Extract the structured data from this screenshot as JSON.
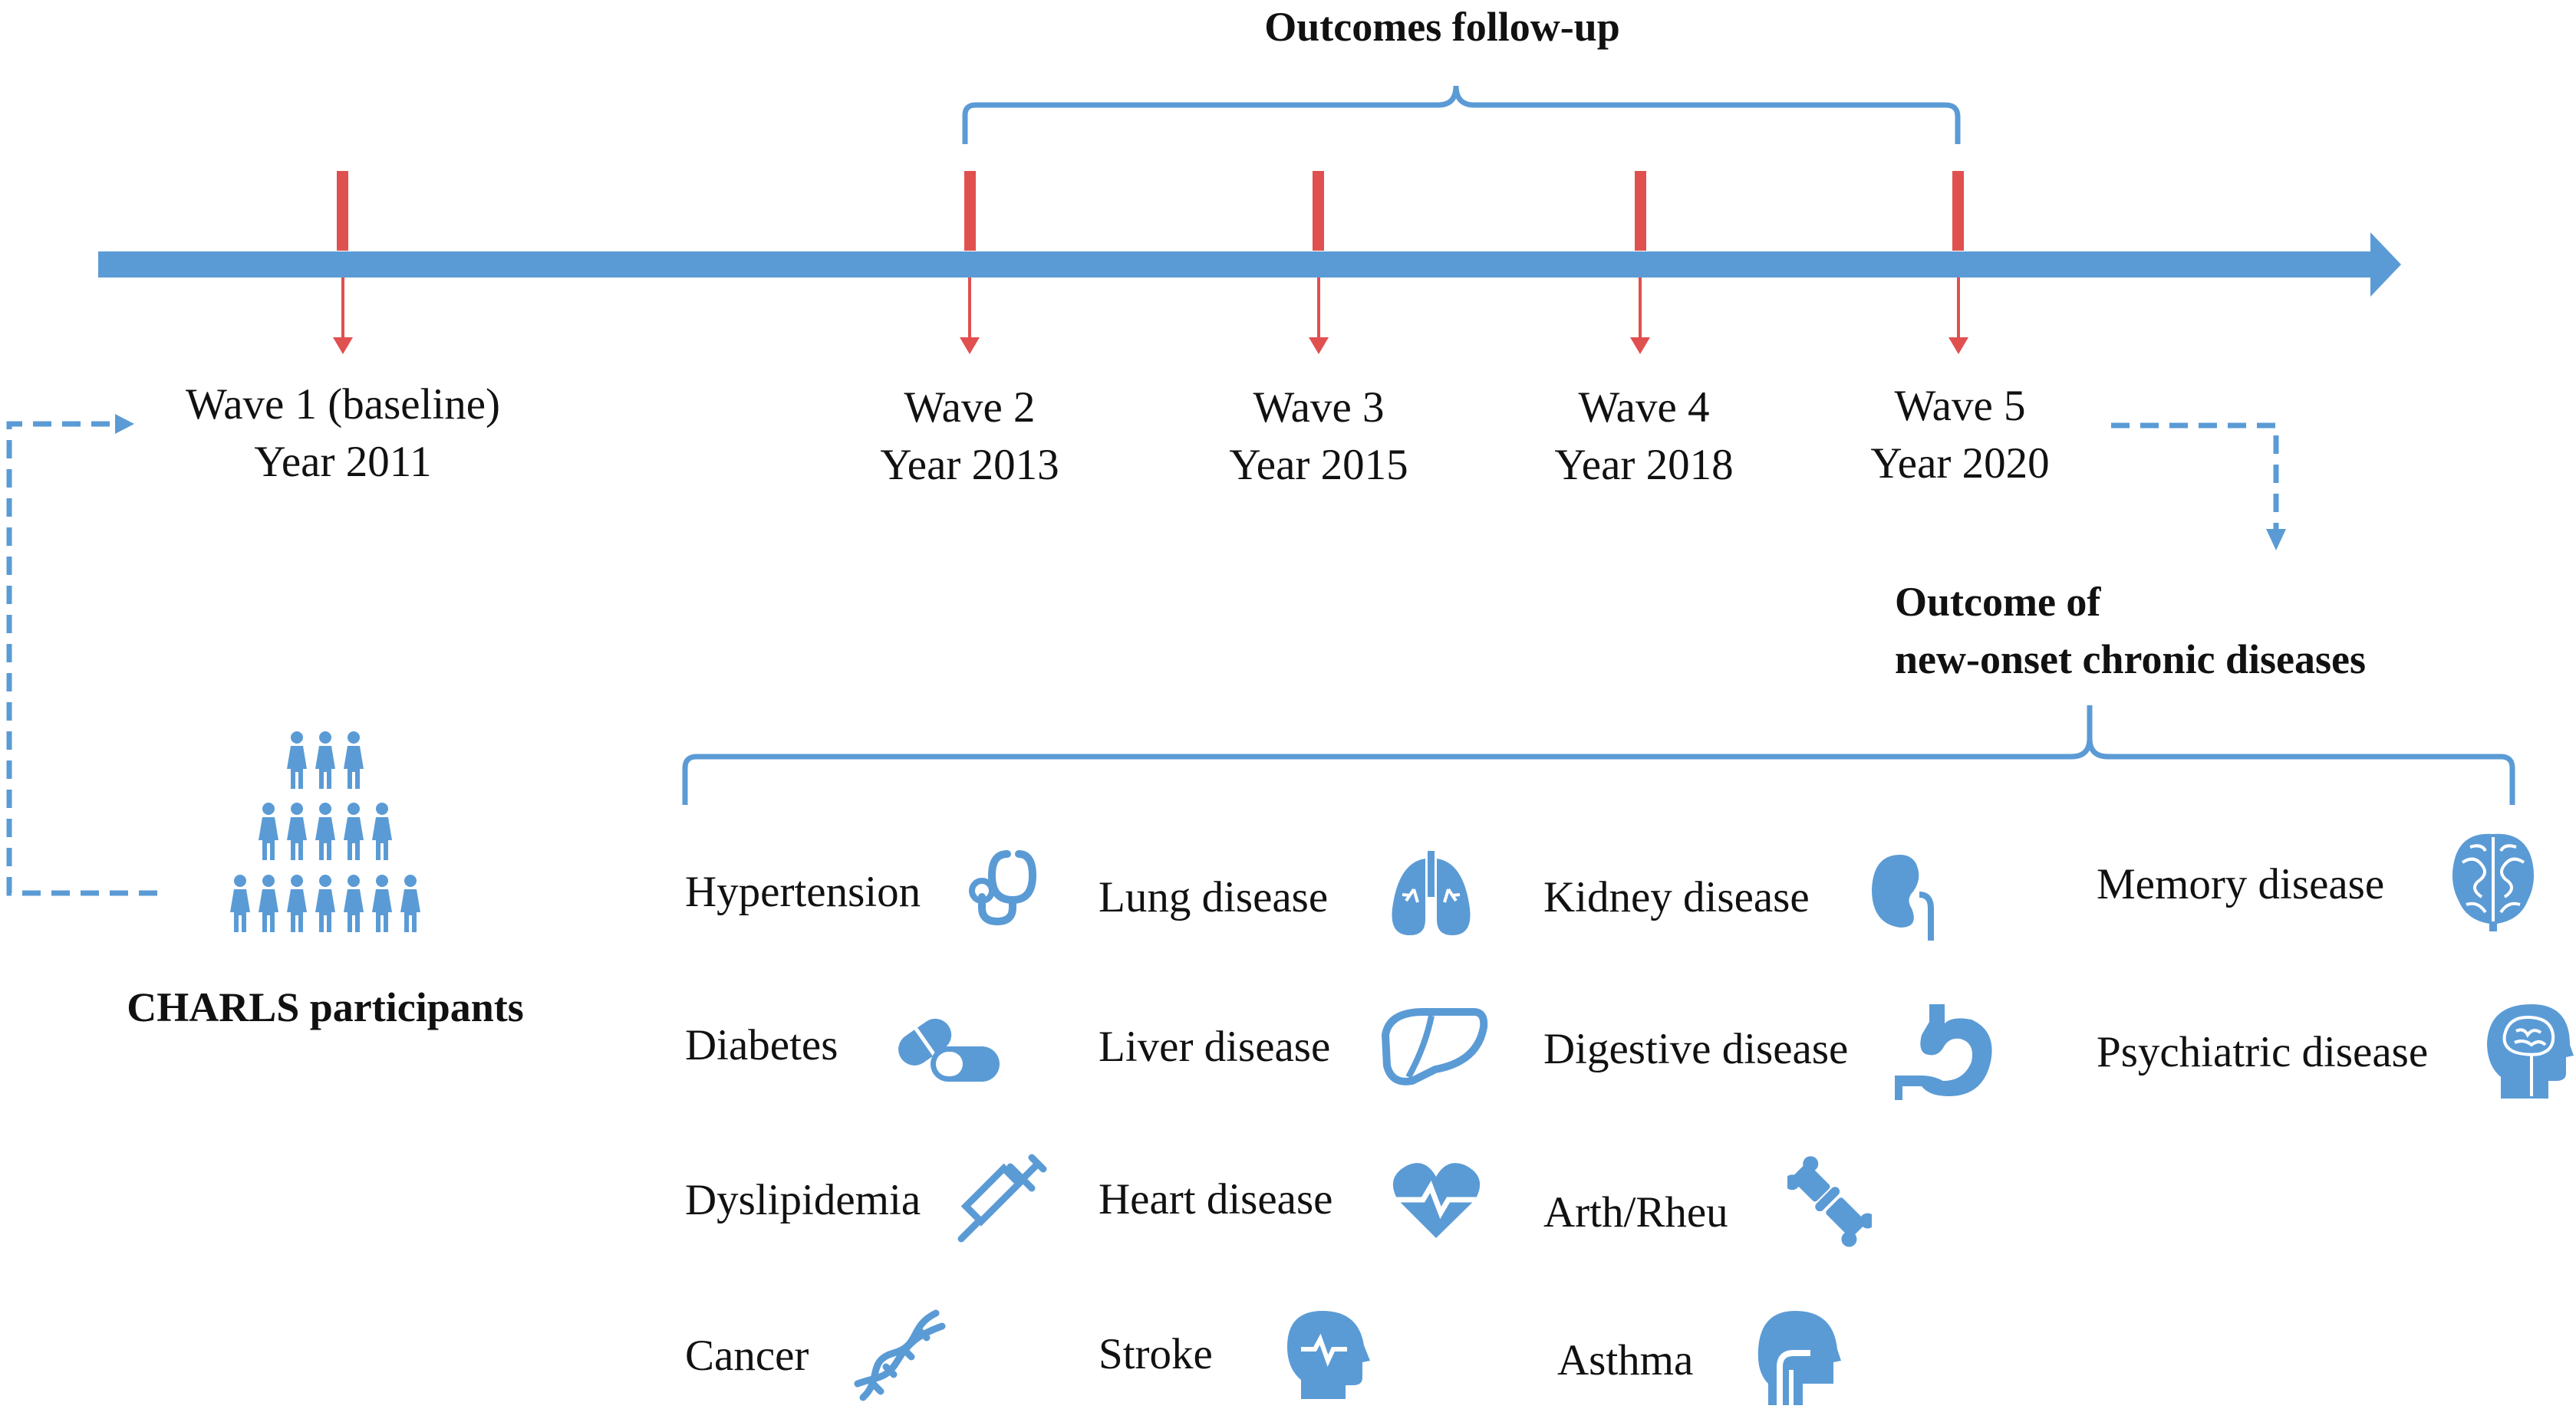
{
  "followup_title": "Outcomes follow-up",
  "waves": [
    {
      "wave": "Wave 1 (baseline)",
      "year": "Year 2011"
    },
    {
      "wave": "Wave 2",
      "year": "Year 2013"
    },
    {
      "wave": "Wave 3",
      "year": "Year 2015"
    },
    {
      "wave": "Wave 4",
      "year": "Year 2018"
    },
    {
      "wave": "Wave 5",
      "year": "Year 2020"
    }
  ],
  "participants_label": "CHARLS participants",
  "outcome_title": {
    "line1": "Outcome of",
    "line2": "new-onset chronic diseases"
  },
  "diseases": [
    {
      "label": "Hypertension",
      "icon": "stethoscope-icon"
    },
    {
      "label": "Diabetes",
      "icon": "pill-capsule-icon"
    },
    {
      "label": "Dyslipidemia",
      "icon": "syringe-icon"
    },
    {
      "label": "Cancer",
      "icon": "dna-icon"
    },
    {
      "label": "Lung disease",
      "icon": "lungs-icon"
    },
    {
      "label": "Liver disease",
      "icon": "liver-icon"
    },
    {
      "label": "Heart disease",
      "icon": "heart-pulse-icon"
    },
    {
      "label": "Stroke",
      "icon": "head-pulse-icon"
    },
    {
      "label": "Kidney disease",
      "icon": "kidney-icon"
    },
    {
      "label": "Digestive disease",
      "icon": "stomach-icon"
    },
    {
      "label": "Arth/Rheu",
      "icon": "bone-joint-icon"
    },
    {
      "label": "Asthma",
      "icon": "airway-icon"
    },
    {
      "label": "Memory disease",
      "icon": "brain-icon"
    },
    {
      "label": "Psychiatric disease",
      "icon": "head-brain-icon"
    }
  ],
  "colors": {
    "timeline": "#5b9bd5",
    "wave_marker": "#e0504f",
    "text": "#111111"
  }
}
